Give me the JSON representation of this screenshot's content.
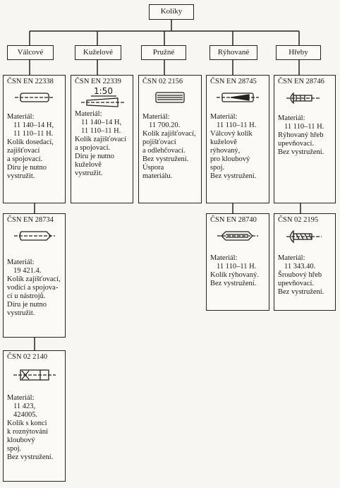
{
  "root": "Kolíky",
  "categories": [
    {
      "label": "Válcové"
    },
    {
      "label": "Kuželové"
    },
    {
      "label": "Pružné"
    },
    {
      "label": "Rýhované"
    },
    {
      "label": "Hřeby"
    }
  ],
  "cards": {
    "valc1": {
      "code": "ČSN EN 22338",
      "mat_label": "Materiál:",
      "mat": "11 140–14 H,\n11 110–11 H.",
      "desc": "Kolík dosedací,\nzajišťovací\na spojovací.\nDíru je nutno\nvystružit.",
      "icon": "cylindrical-pin-icon"
    },
    "kuz1": {
      "code": "ČSN EN 22339",
      "taper": "1:50",
      "mat_label": "Materiál:",
      "mat": "11 140–14 H,\n11 110–11 H.",
      "desc": "Kolík zajišťovací\na spojovací.\nDíru je nutno\nkuželově\nvystružit.",
      "icon": "taper-pin-icon"
    },
    "pruz1": {
      "code": "ČSN 02 2156",
      "mat_label": "Materiál:",
      "mat": "11 700.20.",
      "desc": "Kolík zajišťovací,\npojišťovací\na odlehčovací.\nBez vystružení.\nÚspora\nmateriálu.",
      "icon": "spring-pin-icon"
    },
    "ryh1": {
      "code": "ČSN EN 28745",
      "mat_label": "Materiál:",
      "mat": "11 110–11 H.",
      "desc": "Válcový kolík\nkuželově\nrýhovaný,\npro kloubový\nspoj.\nBez vystružení.",
      "icon": "grooved-pin-icon"
    },
    "hreb1": {
      "code": "ČSN EN 28746",
      "mat_label": "Materiál:",
      "mat": "11 110–11 H.",
      "desc": "Rýhovaný hřeb\nupevňovací.\nBez vystružení.",
      "icon": "grooved-nail-icon"
    },
    "valc2": {
      "code": "ČSN EN 28734",
      "mat_label": "Materiál:",
      "mat": "19 421.4.",
      "desc": "Kolík zajišťovací,\nvodicí a spojova-\ncí u nástrojů.\nDíru je nutno\nvystružit.",
      "icon": "hardened-pin-icon"
    },
    "ryh2": {
      "code": "ČSN EN 28740",
      "mat_label": "Materiál:",
      "mat": "11 110–11 H.",
      "desc": "Kolík rýhovaný.\nBez vystružení.",
      "icon": "grooved-pin-chamfer-icon"
    },
    "hreb2": {
      "code": "ČSN 02 2195",
      "mat_label": "Materiál:",
      "mat": "11 343.40.",
      "desc": "Šroubový hřeb\nupevňovací.\nBez vystružení.",
      "icon": "screw-nail-icon"
    },
    "valc3": {
      "code": "ČSN 02 2140",
      "mat_label": "Materiál:",
      "mat": "11 423,\n424005.",
      "desc": "Kolík s konci\nk roznýtování\nkloubový\nspoj.\nBez vystružení.",
      "icon": "rivet-pin-icon"
    }
  }
}
